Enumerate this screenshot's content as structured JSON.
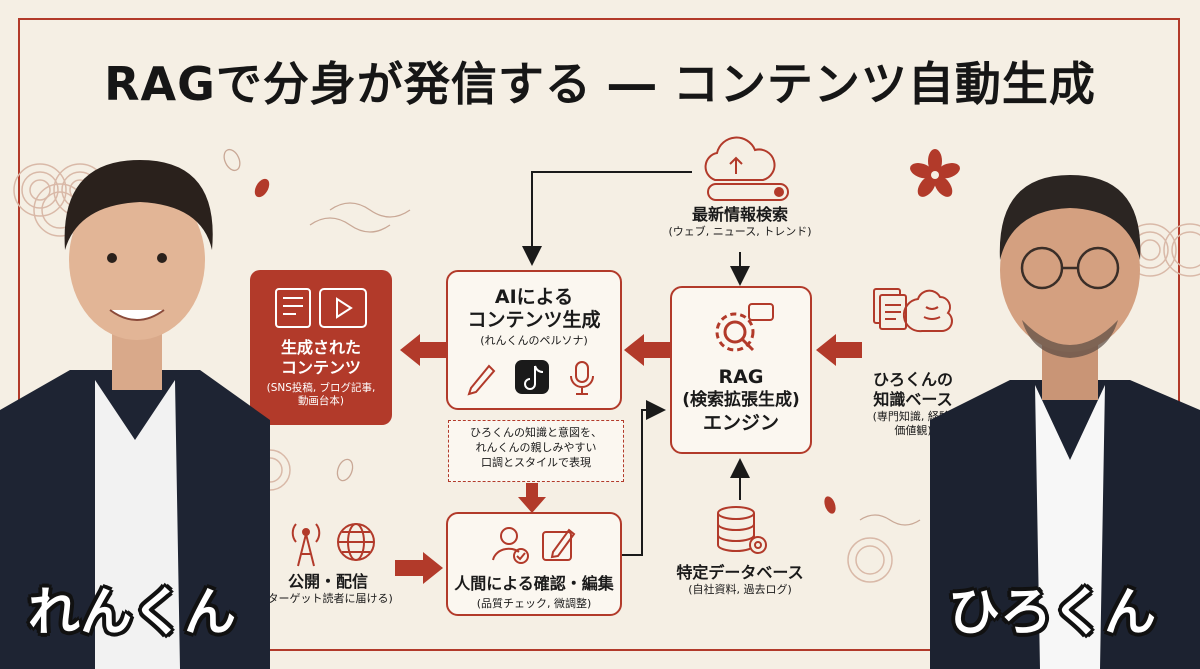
{
  "title": "RAGで分身が発信する ― コンテンツ自動生成",
  "nodes": {
    "search": {
      "title": "最新情報検索",
      "sub": "(ウェブ, ニュース, トレンド)"
    },
    "ai": {
      "title1": "AIによる",
      "title2": "コンテンツ生成",
      "sub": "(れんくんのペルソナ)"
    },
    "generated": {
      "title1": "生成された",
      "title2": "コンテンツ",
      "sub1": "(SNS投稿, ブログ記事,",
      "sub2": "動画台本)"
    },
    "rag": {
      "title1": "RAG",
      "title2": "(検索拡張生成)",
      "title3": "エンジン"
    },
    "knowledge": {
      "title1": "ひろくんの",
      "title2": "知識ベース",
      "sub1": "(専門知識, 経験,",
      "sub2": "価値観)"
    },
    "note": {
      "line1": "ひろくんの知識と意図を、",
      "line2": "れんくんの親しみやすい",
      "line3": "口調とスタイルで表現"
    },
    "review": {
      "title": "人間による確認・編集",
      "sub": "(品質チェック, 微調整)"
    },
    "publish": {
      "title": "公開・配信",
      "sub": "(ターゲット読者に届ける)"
    },
    "database": {
      "title": "特定データベース",
      "sub": "(自社資料, 過去ログ)"
    }
  },
  "people": {
    "left": {
      "name": "れんくん"
    },
    "right": {
      "name": "ひろくん"
    }
  },
  "icons": [
    "cloud-search-icon",
    "document-video-icon",
    "pen-icon",
    "tiktok-icon",
    "microphone-icon",
    "gear-magnifier-icon",
    "brain-documents-icon",
    "user-check-icon",
    "edit-icon",
    "antenna-icon",
    "globe-icon",
    "database-gear-icon",
    "sakura-icon",
    "wave-pattern-icon"
  ],
  "colors": {
    "accent": "#b23a2a",
    "background": "#f5efe4",
    "text": "#1a1a1a"
  }
}
